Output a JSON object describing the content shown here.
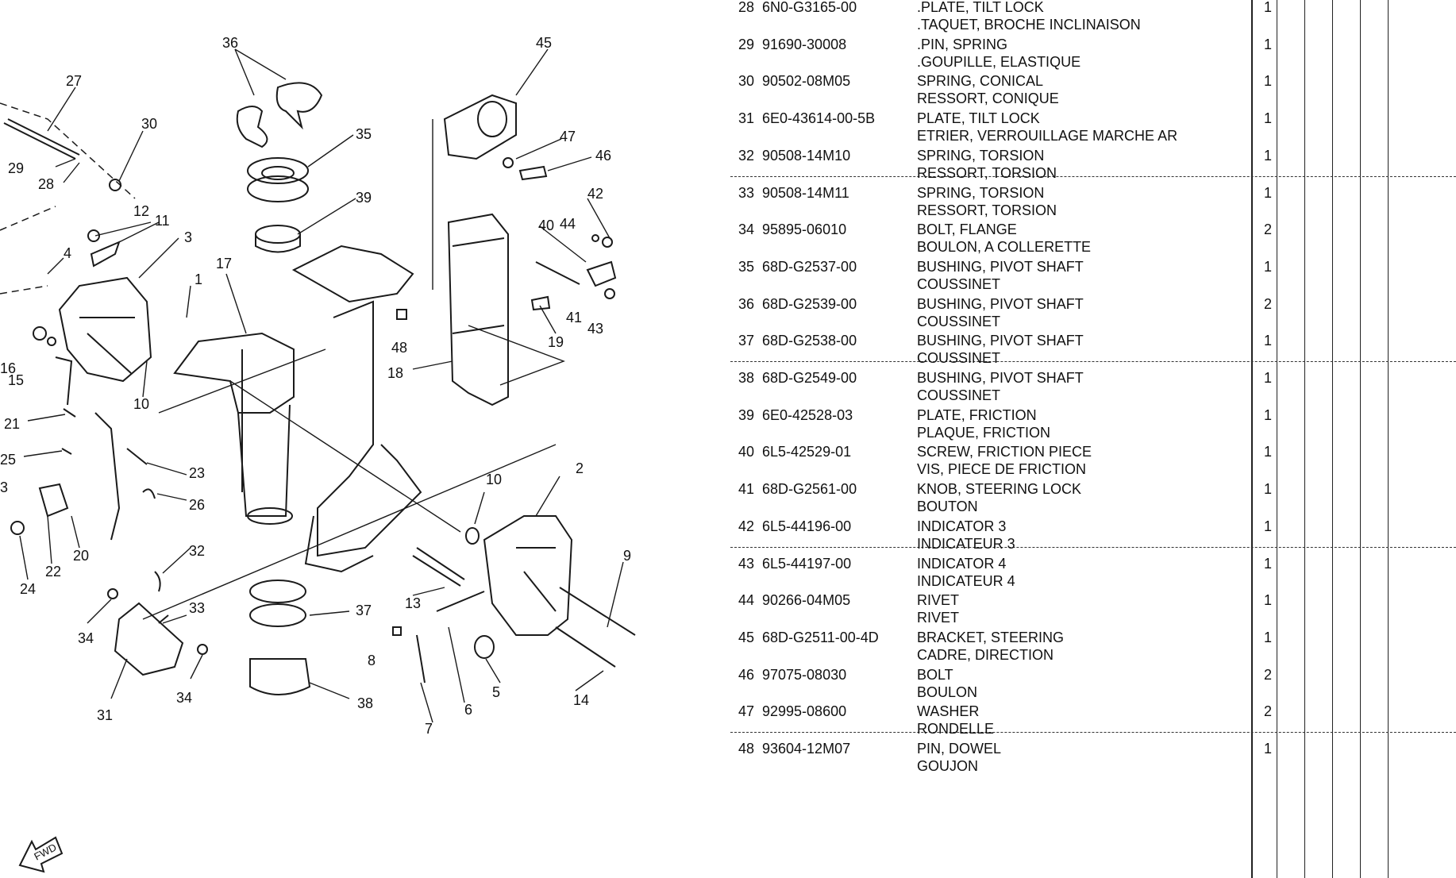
{
  "callouts": [
    "36",
    "45",
    "27",
    "30",
    "35",
    "47",
    "46",
    "29",
    "28",
    "39",
    "12",
    "11",
    "42",
    "44",
    "40",
    "3",
    "4",
    "17",
    "1",
    "41",
    "43",
    "48",
    "19",
    "18",
    "10",
    "21",
    "25",
    "23",
    "26",
    "2",
    "10",
    "9",
    "32",
    "13",
    "33",
    "37",
    "8",
    "5",
    "6",
    "34",
    "34",
    "38",
    "14",
    "31",
    "7",
    "20",
    "22",
    "24",
    "16",
    "15",
    "3"
  ],
  "fwd_label": "FWD",
  "parts": [
    {
      "no": "28",
      "part_number": "6N0-G3165-00",
      "desc_en": ".PLATE, TILT LOCK",
      "desc_fr": ".TAQUET, BROCHE INCLINAISON",
      "qty": "1"
    },
    {
      "no": "29",
      "part_number": "91690-30008",
      "desc_en": ".PIN, SPRING",
      "desc_fr": ".GOUPILLE, ELASTIQUE",
      "qty": "1"
    },
    {
      "no": "30",
      "part_number": "90502-08M05",
      "desc_en": "SPRING, CONICAL",
      "desc_fr": "RESSORT, CONIQUE",
      "qty": "1"
    },
    {
      "no": "31",
      "part_number": "6E0-43614-00-5B",
      "desc_en": "PLATE, TILT LOCK",
      "desc_fr": "ETRIER, VERROUILLAGE MARCHE AR",
      "qty": "1"
    },
    {
      "no": "32",
      "part_number": "90508-14M10",
      "desc_en": "SPRING, TORSION",
      "desc_fr": "RESSORT, TORSION",
      "qty": "1"
    },
    {
      "no": "33",
      "part_number": "90508-14M11",
      "desc_en": "SPRING, TORSION",
      "desc_fr": "RESSORT, TORSION",
      "qty": "1"
    },
    {
      "no": "34",
      "part_number": "95895-06010",
      "desc_en": "BOLT, FLANGE",
      "desc_fr": "BOULON, A COLLERETTE",
      "qty": "2"
    },
    {
      "no": "35",
      "part_number": "68D-G2537-00",
      "desc_en": "BUSHING, PIVOT SHAFT",
      "desc_fr": "COUSSINET",
      "qty": "1"
    },
    {
      "no": "36",
      "part_number": "68D-G2539-00",
      "desc_en": "BUSHING, PIVOT SHAFT",
      "desc_fr": "COUSSINET",
      "qty": "2"
    },
    {
      "no": "37",
      "part_number": "68D-G2538-00",
      "desc_en": "BUSHING, PIVOT SHAFT",
      "desc_fr": "COUSSINET",
      "qty": "1"
    },
    {
      "no": "38",
      "part_number": "68D-G2549-00",
      "desc_en": "BUSHING, PIVOT SHAFT",
      "desc_fr": "COUSSINET",
      "qty": "1"
    },
    {
      "no": "39",
      "part_number": "6E0-42528-03",
      "desc_en": "PLATE, FRICTION",
      "desc_fr": "PLAQUE, FRICTION",
      "qty": "1"
    },
    {
      "no": "40",
      "part_number": "6L5-42529-01",
      "desc_en": "SCREW, FRICTION PIECE",
      "desc_fr": "VIS, PIECE DE FRICTION",
      "qty": "1"
    },
    {
      "no": "41",
      "part_number": "68D-G2561-00",
      "desc_en": "KNOB, STEERING LOCK",
      "desc_fr": "BOUTON",
      "qty": "1"
    },
    {
      "no": "42",
      "part_number": "6L5-44196-00",
      "desc_en": "INDICATOR 3",
      "desc_fr": "INDICATEUR 3",
      "qty": "1"
    },
    {
      "no": "43",
      "part_number": "6L5-44197-00",
      "desc_en": "INDICATOR 4",
      "desc_fr": "INDICATEUR 4",
      "qty": "1"
    },
    {
      "no": "44",
      "part_number": "90266-04M05",
      "desc_en": "RIVET",
      "desc_fr": "RIVET",
      "qty": "1"
    },
    {
      "no": "45",
      "part_number": "68D-G2511-00-4D",
      "desc_en": "BRACKET, STEERING",
      "desc_fr": "CADRE, DIRECTION",
      "qty": "1"
    },
    {
      "no": "46",
      "part_number": "97075-08030",
      "desc_en": "BOLT",
      "desc_fr": "BOULON",
      "qty": "2"
    },
    {
      "no": "47",
      "part_number": "92995-08600",
      "desc_en": "WASHER",
      "desc_fr": "RONDELLE",
      "qty": "2"
    },
    {
      "no": "48",
      "part_number": "93604-12M07",
      "desc_en": "PIN, DOWEL",
      "desc_fr": "GOUJON",
      "qty": "1"
    }
  ]
}
